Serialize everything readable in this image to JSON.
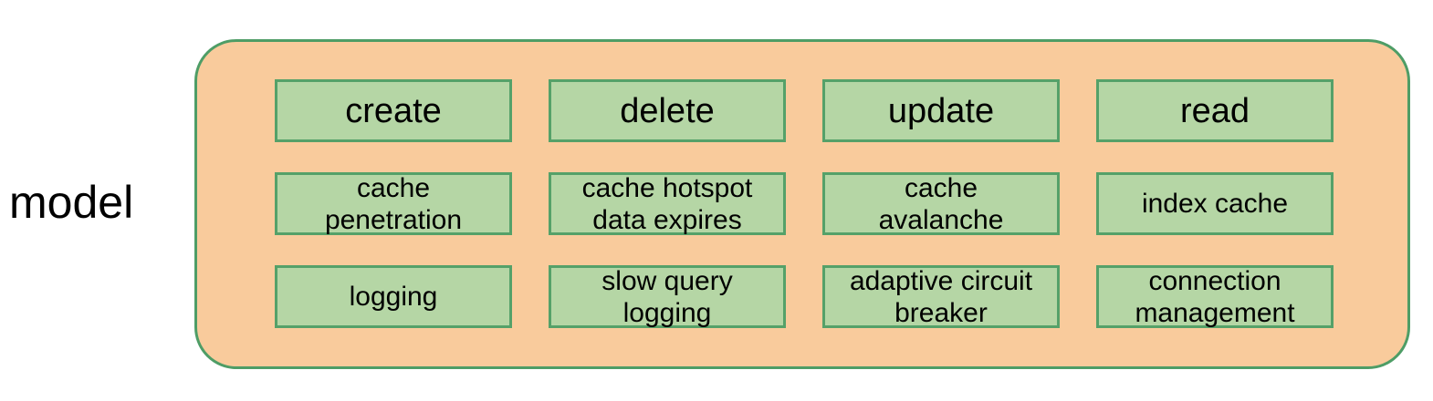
{
  "diagram": {
    "side_label": "model",
    "grid": {
      "rows": [
        {
          "cells": [
            "create",
            "delete",
            "update",
            "read"
          ]
        },
        {
          "cells": [
            "cache\npenetration",
            "cache hotspot\ndata expires",
            "cache\navalanche",
            "index cache"
          ]
        },
        {
          "cells": [
            "logging",
            "slow query\nlogging",
            "adaptive circuit\nbreaker",
            "connection\nmanagement"
          ]
        }
      ]
    },
    "colors": {
      "container_fill": "#f9cb9c",
      "container_border": "#4e9d66",
      "cell_fill": "#b5d6a5",
      "cell_border": "#55a169",
      "text": "#000000",
      "background": "#ffffff"
    }
  }
}
